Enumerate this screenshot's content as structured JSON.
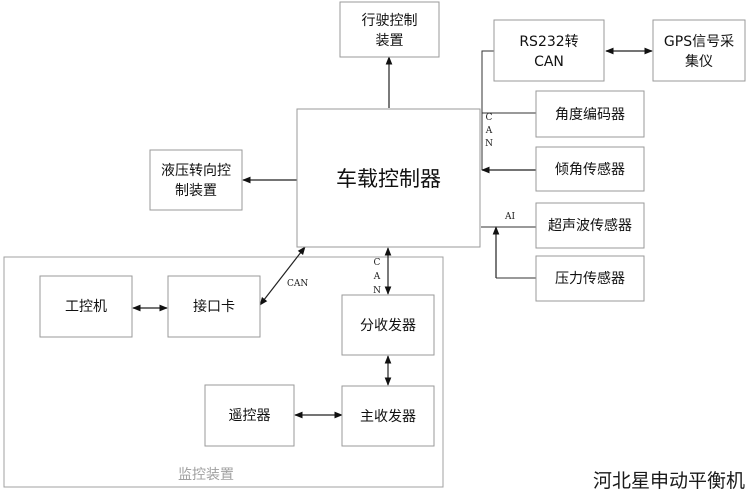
{
  "nodes": {
    "driving_control": [
      "行驶控制",
      "装置"
    ],
    "rs232_can": [
      "RS232转",
      "CAN"
    ],
    "gps": [
      "GPS信号采",
      "集仪"
    ],
    "angle_encoder": [
      "角度编码器"
    ],
    "main_controller": [
      "车载控制器"
    ],
    "hydraulic_steering": [
      "液压转向控",
      "制装置"
    ],
    "tilt_sensor": [
      "倾角传感器"
    ],
    "ultrasonic_sensor": [
      "超声波传感器"
    ],
    "pressure_sensor": [
      "压力传感器"
    ],
    "ipc": [
      "工控机"
    ],
    "interface_card": [
      "接口卡"
    ],
    "splitter": [
      "分收发器"
    ],
    "remote": [
      "遥控器"
    ],
    "main_transceiver": [
      "主收发器"
    ]
  },
  "labels": {
    "can_vertical_right": [
      "C",
      "A",
      "N"
    ],
    "can_vertical_bottom": [
      "C",
      "A",
      "N"
    ],
    "can_diag": "CAN",
    "ai": "AI"
  },
  "group_label": "监控装置",
  "watermark": "河北星申动平衡机"
}
